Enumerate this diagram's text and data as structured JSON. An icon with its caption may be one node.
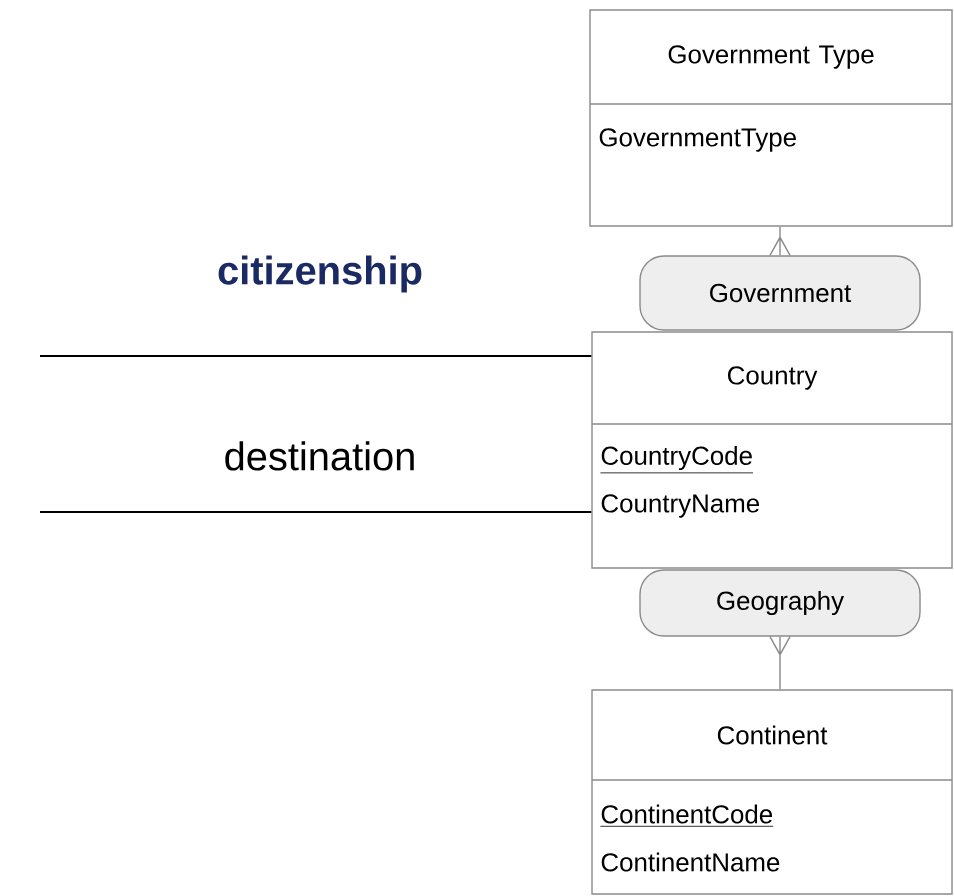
{
  "diagram": {
    "nodes": [
      {
        "text": [
          "Government Type",
          "GovernmentType"
        ]
      },
      {
        "text": [
          "Government"
        ]
      },
      {
        "text": [
          "Country",
          "CountryCode",
          "CountryName"
        ]
      },
      {
        "text": [
          "Geography"
        ]
      },
      {
        "text": [
          "Continent",
          "ContinentCode",
          "ContinentName"
        ]
      }
    ],
    "edges": [
      {
        "from": 0,
        "to": 1,
        "arrow": "other"
      },
      {
        "from": 4,
        "to": 3,
        "arrow": "other"
      },
      {
        "from": null,
        "to": 2,
        "arrow": "none",
        "label": "citizenship",
        "color": "#000000"
      },
      {
        "from": null,
        "to": 2,
        "arrow": "none",
        "label": "destination",
        "color": "#000000"
      }
    ]
  }
}
